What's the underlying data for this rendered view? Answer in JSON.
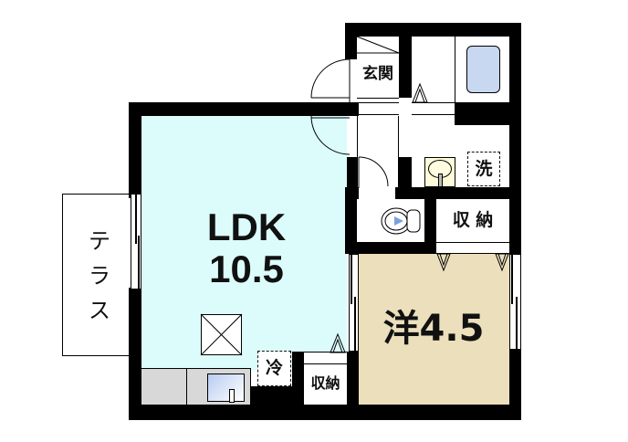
{
  "floor_plan": {
    "rooms": {
      "ldk": {
        "name": "LDK",
        "size": "10.5",
        "color": "#dcfcfc"
      },
      "western": {
        "name": "洋",
        "size": "4.5",
        "label": "洋4.5",
        "color": "#ebdfbc"
      },
      "entrance": {
        "label": "玄関"
      },
      "terrace": {
        "label_chars": [
          "テ",
          "ラ",
          "ス"
        ]
      },
      "washroom": {
        "label": "洗"
      },
      "storage_upper": {
        "label": "収 納"
      },
      "storage_lower": {
        "label": "収納"
      },
      "fridge": {
        "label": "冷"
      }
    },
    "fixtures": {
      "bathtub_color": "#c8d8f0",
      "sink_color": "#fdfbd8",
      "toilet_water_color": "#7aa0e0",
      "kitchen_counter_color": "#d8d8d8"
    },
    "colors": {
      "wall": "#000000",
      "ldk_floor": "#dcfcfc",
      "western_floor": "#ebdfbc",
      "background": "#ffffff"
    }
  }
}
